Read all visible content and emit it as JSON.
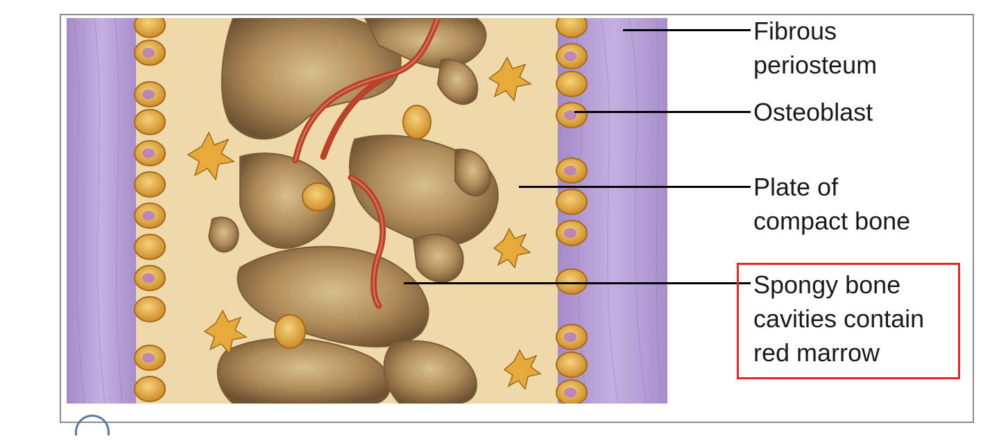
{
  "labels": {
    "fibrous_periosteum": [
      "Fibrous",
      "periosteum"
    ],
    "osteoblast": [
      "Osteoblast"
    ],
    "compact_bone": [
      "Plate of",
      "compact bone"
    ],
    "spongy_bone": [
      "Spongy bone",
      "cavities contain",
      "red marrow"
    ]
  },
  "colors": {
    "periosteum": "#b9a3d6",
    "bone_matrix": "#efd9a8",
    "cavity": "#8e6f46",
    "vessel": "#b8432b",
    "osteoblast": "#e6a93a",
    "highlight": "#e02828"
  }
}
